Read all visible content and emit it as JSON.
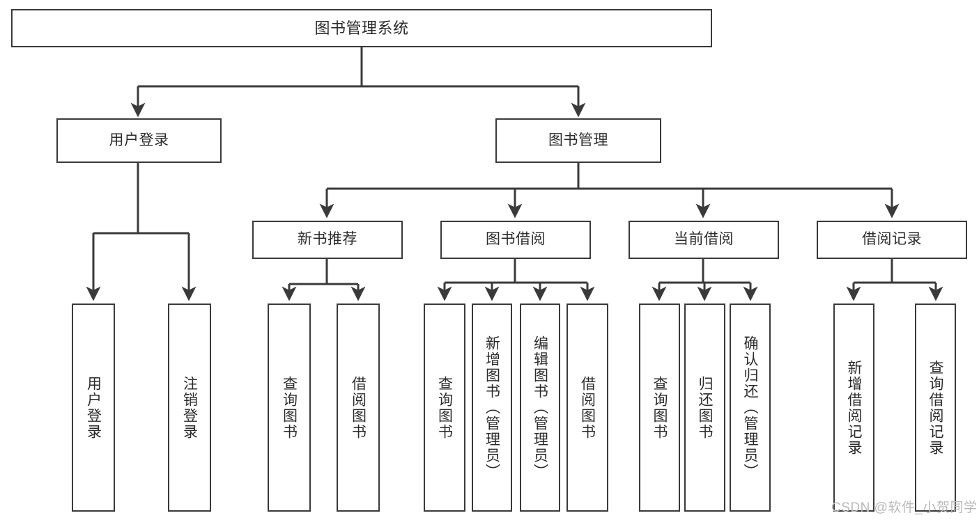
{
  "diagram": {
    "type": "tree-hierarchy-chart",
    "title": "图书管理系统",
    "watermark": "CSDN @软件_小贺同学",
    "colors": {
      "box_border": "#3a3a3a",
      "box_fill": "#ffffff",
      "edge": "#3a3a3a",
      "text": "#2b2b2b",
      "watermark": "#b9b9b9",
      "background": "#ffffff"
    },
    "nodes": {
      "root": {
        "label": "图书管理系统"
      },
      "level2": [
        {
          "label": "用户登录"
        },
        {
          "label": "图书管理"
        }
      ],
      "level3": [
        {
          "label": "新书推荐"
        },
        {
          "label": "图书借阅"
        },
        {
          "label": "当前借阅"
        },
        {
          "label": "借阅记录"
        }
      ],
      "leaves": {
        "user_login": [
          {
            "label": "用户登录"
          },
          {
            "label": "注销登录"
          }
        ],
        "new_book_recommend": [
          {
            "label": "查询图书"
          },
          {
            "label": "借阅图书"
          }
        ],
        "book_borrow": [
          {
            "label": "查询图书"
          },
          {
            "label": "新增图书（管理员）"
          },
          {
            "label": "编辑图书（管理员）"
          },
          {
            "label": "借阅图书"
          }
        ],
        "current_borrow": [
          {
            "label": "查询图书"
          },
          {
            "label": "归还图书"
          },
          {
            "label": "确认归还（管理员）"
          }
        ],
        "borrow_record": [
          {
            "label": "新增借阅记录"
          },
          {
            "label": "查询借阅记录"
          }
        ]
      }
    }
  }
}
